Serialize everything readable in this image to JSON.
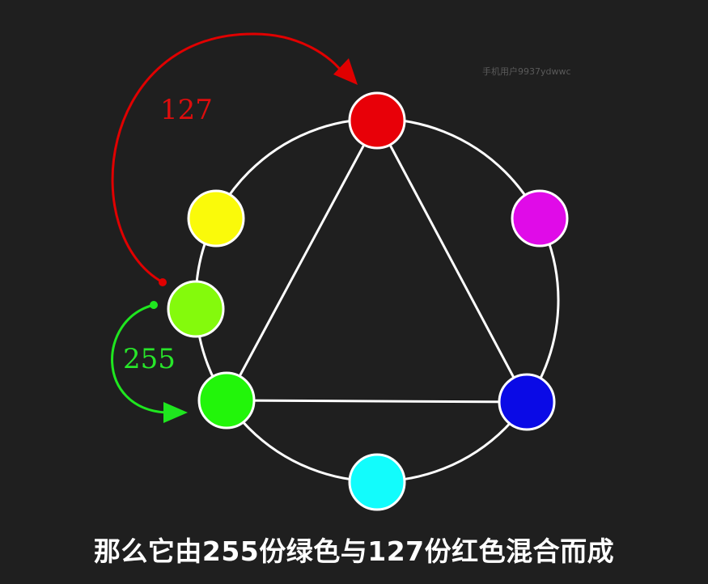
{
  "caption": "那么它由255份绿色与127份红色混合而成",
  "watermark": "手机用户9937ydwwc",
  "annotations": {
    "red_arrow_label": "127",
    "green_arrow_label": "255"
  },
  "colors": {
    "background": "#1f1f1f",
    "wheel_stroke": "#ffffff",
    "red": "#e80008",
    "magenta": "#e00be8",
    "blue": "#0a0ae6",
    "cyan": "#12fcfc",
    "green": "#22f50a",
    "chartreuse": "#84fa0c",
    "yellow": "#fafa0a",
    "red_arrow": "#e00000",
    "green_arrow": "#1fe61f"
  },
  "wheel_nodes": [
    {
      "name": "red-node",
      "color": "#e80008"
    },
    {
      "name": "magenta-node",
      "color": "#e00be8"
    },
    {
      "name": "blue-node",
      "color": "#0a0ae6"
    },
    {
      "name": "cyan-node",
      "color": "#12fcfc"
    },
    {
      "name": "green-node",
      "color": "#22f50a"
    },
    {
      "name": "chartreuse-node",
      "color": "#84fa0c"
    },
    {
      "name": "yellow-node",
      "color": "#fafa0a"
    }
  ]
}
